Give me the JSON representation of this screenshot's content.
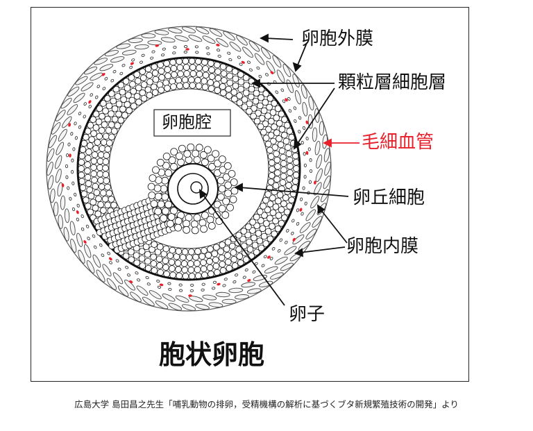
{
  "labels": {
    "outer_membrane": "卵胞外膜",
    "granulosa_layer": "顆粒層細胞層",
    "capillary": "毛細血管",
    "cumulus_cells": "卵丘細胞",
    "inner_membrane": "卵胞内膜",
    "antrum": "卵胞腔",
    "oocyte": "卵子",
    "title": "胞状卵胞"
  },
  "caption": "広島大学 島田昌之先生「哺乳動物の排卵，受精機構の解析に基づくブタ新規繁殖技術の開発」より",
  "colors": {
    "ink": "#111111",
    "capillary": "#e8202a",
    "background": "#ffffff"
  }
}
